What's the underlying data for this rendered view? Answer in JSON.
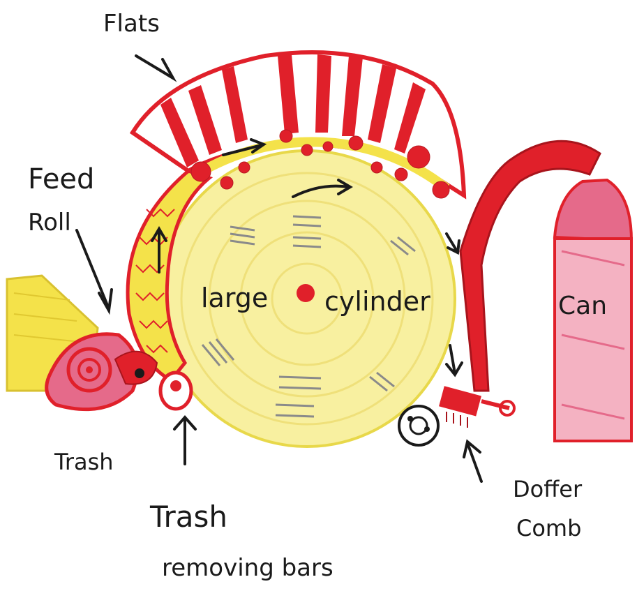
{
  "labels": {
    "flats": "Flats",
    "feed_roll_line1": "Feed",
    "feed_roll_line2": "Roll",
    "large": "large",
    "cylinder": "cylinder",
    "can": "Can",
    "trash_left": "Trash",
    "trash_bottom": "Trash",
    "removing_bars": "removing bars",
    "doffer": "Doffer",
    "comb": "Comb"
  },
  "colors": {
    "red": "#e0202a",
    "yellow": "#f4e24a",
    "pale_yellow": "#f8f0a0",
    "pink": "#e56a8a",
    "ink": "#1a1a1a",
    "gray": "#8a8a8a"
  }
}
